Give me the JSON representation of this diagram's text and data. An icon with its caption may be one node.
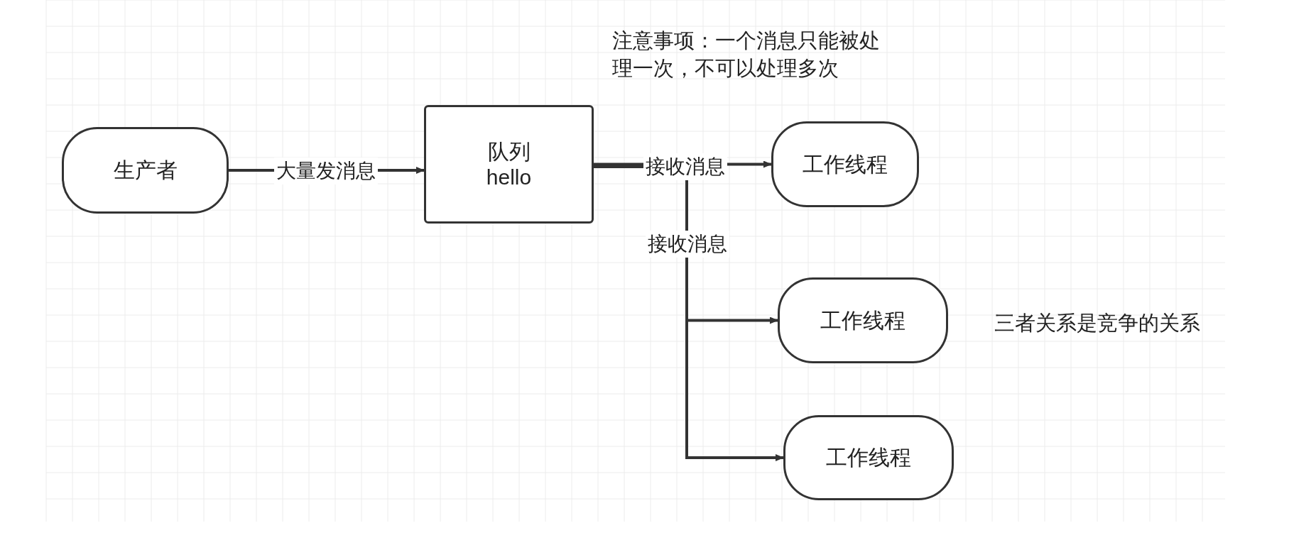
{
  "diagram": {
    "nodes": [
      {
        "text": [
          "生产者"
        ]
      },
      {
        "text": [
          "队列",
          "hello"
        ]
      },
      {
        "text": [
          "工作线程"
        ]
      },
      {
        "text": [
          "工作线程"
        ]
      },
      {
        "text": [
          "工作线程"
        ]
      }
    ],
    "edges": [
      {
        "from": 0,
        "to": 1,
        "arrow": "to",
        "label": "大量发消息"
      },
      {
        "from": 1,
        "to": 2,
        "arrow": "to",
        "label": "接收消息"
      },
      {
        "from": 1,
        "to": 3,
        "arrow": "to",
        "label": "接收消息"
      },
      {
        "from": 1,
        "to": 4,
        "arrow": "to"
      }
    ],
    "labels": [
      "注意事项：一个消息只能被处理一次，不可以处理多次",
      "三者关系是竞争的关系"
    ]
  }
}
